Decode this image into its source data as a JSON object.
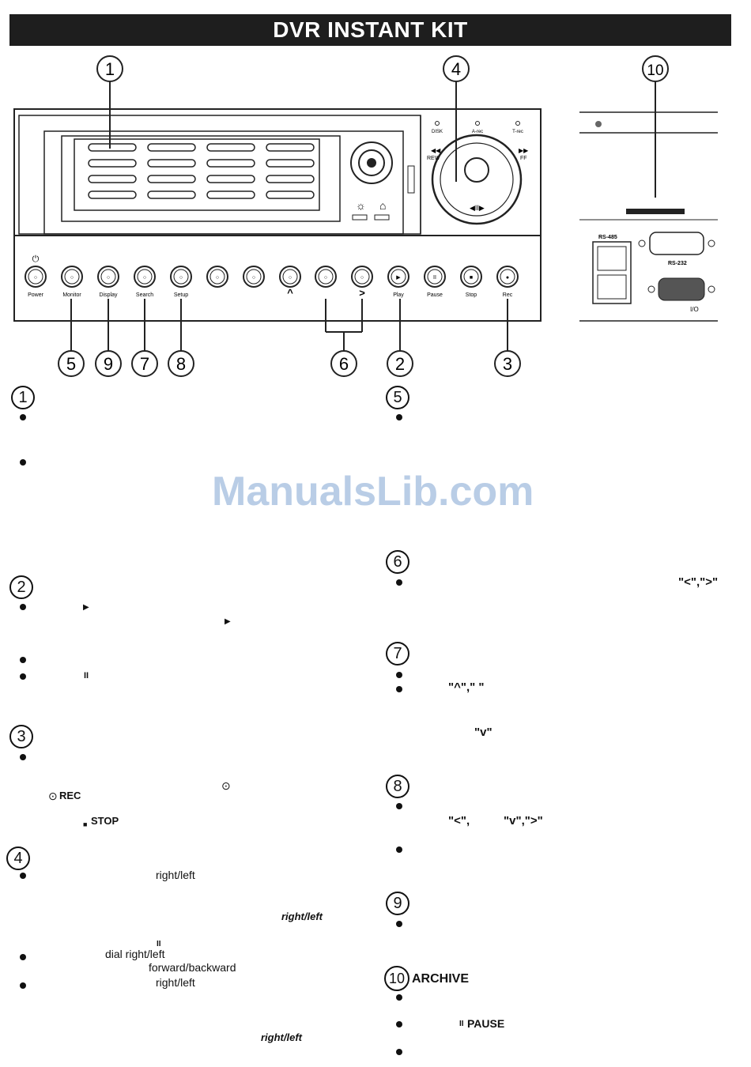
{
  "title": "DVR INSTANT KIT",
  "watermark": "ManualsLib.com",
  "front_panel": {
    "buttons": [
      {
        "label": "Power"
      },
      {
        "label": "Monitor"
      },
      {
        "label": "Display"
      },
      {
        "label": "Search"
      },
      {
        "label": "Setup"
      },
      {
        "label": ""
      },
      {
        "label": ""
      },
      {
        "label": "^"
      },
      {
        "label": ""
      },
      {
        "label": ">"
      },
      {
        "label": "Play"
      },
      {
        "label": "Pause"
      },
      {
        "label": "Stop"
      },
      {
        "label": "Rec"
      }
    ],
    "leds": [
      "DISK",
      "A-rec",
      "T-rec"
    ],
    "jog_labels": {
      "rew": "REW",
      "ff": "FF"
    },
    "callouts_top": [
      "1",
      "4",
      "10"
    ],
    "callouts_bottom": [
      "5",
      "9",
      "7",
      "8",
      "6",
      "2",
      "3"
    ]
  },
  "back_panel": {
    "port_rs485": "RS-485",
    "port_rs232": "RS-232",
    "port_io": "I/O"
  },
  "sections": {
    "s1": {
      "num": "1"
    },
    "s2": {
      "num": "2"
    },
    "s3": {
      "num": "3",
      "rec_label": "REC",
      "stop_label": "STOP"
    },
    "s4": {
      "num": "4",
      "t1": "right/left",
      "t2": "right/left",
      "t3": "dial right/left",
      "t4": "forward/backward",
      "t5": "right/left",
      "t6": "right/left"
    },
    "s5": {
      "num": "5"
    },
    "s6": {
      "num": "6",
      "sym": "\"<\",\">\""
    },
    "s7": {
      "num": "7",
      "sym1": "\"^\",\" \"",
      "sym2": "\"v\""
    },
    "s8": {
      "num": "8",
      "sym1": "\"<\",",
      "sym2": "\"v\",\">\""
    },
    "s9": {
      "num": "9"
    },
    "s10": {
      "num": "10",
      "heading": "ARCHIVE",
      "pause_label": "PAUSE"
    }
  }
}
